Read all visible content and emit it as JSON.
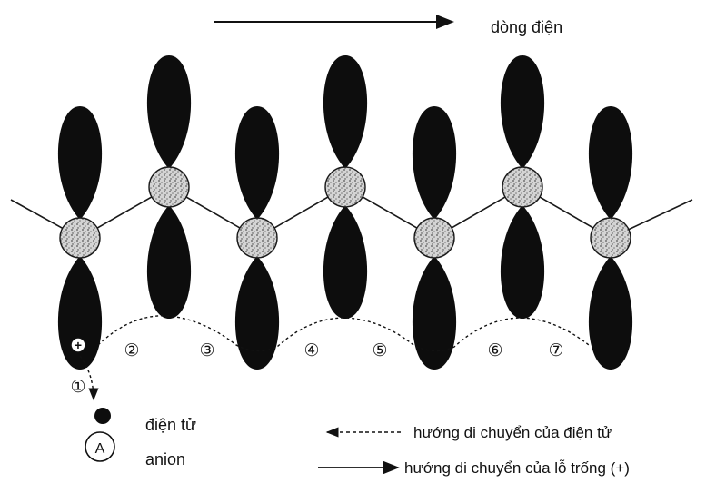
{
  "header": {
    "current_label": "dòng điện"
  },
  "atoms": [
    {
      "id": "atom-1",
      "row": "low"
    },
    {
      "id": "atom-2",
      "row": "high"
    },
    {
      "id": "atom-3",
      "row": "low"
    },
    {
      "id": "atom-4",
      "row": "high"
    },
    {
      "id": "atom-5",
      "row": "low"
    },
    {
      "id": "atom-6",
      "row": "high"
    },
    {
      "id": "atom-7",
      "row": "low"
    }
  ],
  "markers": {
    "hole": "+",
    "step_1": "①",
    "steps": [
      "②",
      "③",
      "④",
      "⑤",
      "⑥",
      "⑦"
    ]
  },
  "anion": {
    "symbol": "A"
  },
  "labels": {
    "electron": "điện tử",
    "anion": "anion"
  },
  "legend": {
    "electron_direction": "hướng di chuyển của điện tử",
    "hole_direction": "hướng di chuyển của lỗ trống (+)"
  },
  "colors": {
    "lobe": "#0d0d0d",
    "atom_fill": "#c9c9c9",
    "line": "#1a1a1a"
  }
}
